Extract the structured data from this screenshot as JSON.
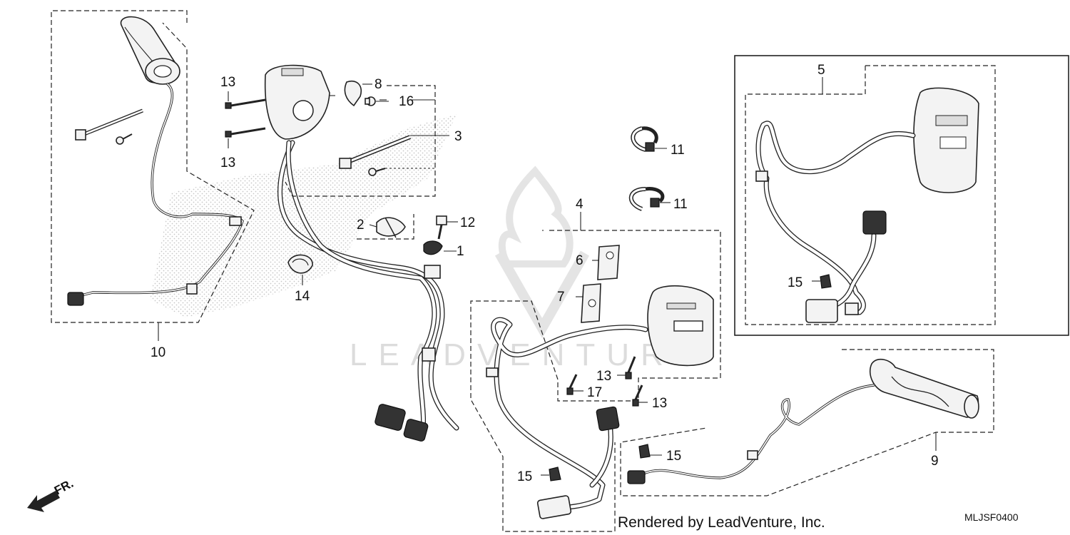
{
  "diagram": {
    "callouts": [
      {
        "id": "1",
        "label": "1"
      },
      {
        "id": "2",
        "label": "2"
      },
      {
        "id": "3",
        "label": "3"
      },
      {
        "id": "4",
        "label": "4"
      },
      {
        "id": "5",
        "label": "5"
      },
      {
        "id": "6",
        "label": "6"
      },
      {
        "id": "7",
        "label": "7"
      },
      {
        "id": "8",
        "label": "8"
      },
      {
        "id": "9",
        "label": "9"
      },
      {
        "id": "10",
        "label": "10"
      },
      {
        "id": "11a",
        "label": "11"
      },
      {
        "id": "11b",
        "label": "11"
      },
      {
        "id": "12",
        "label": "12"
      },
      {
        "id": "13a",
        "label": "13"
      },
      {
        "id": "13b",
        "label": "13"
      },
      {
        "id": "13c",
        "label": "13"
      },
      {
        "id": "13d",
        "label": "13"
      },
      {
        "id": "14",
        "label": "14"
      },
      {
        "id": "15a",
        "label": "15"
      },
      {
        "id": "15b",
        "label": "15"
      },
      {
        "id": "15c",
        "label": "15"
      },
      {
        "id": "16",
        "label": "16"
      },
      {
        "id": "17",
        "label": "17"
      }
    ],
    "direction_label": "FR.",
    "watermark_text": "LEADVENTURE",
    "credit_text": "Rendered by LeadVenture, Inc.",
    "diagram_code": "MLJSF0400"
  }
}
